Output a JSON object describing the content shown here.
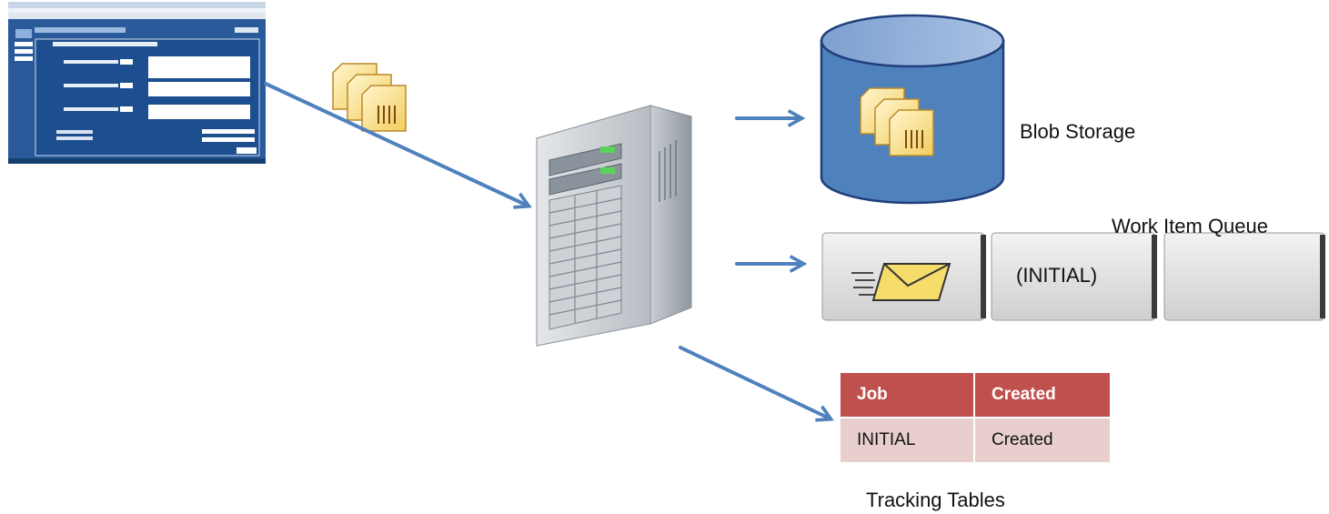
{
  "labels": {
    "blob_storage": "Blob Storage",
    "work_item_queue": "Work Item Queue",
    "tracking_tables": "Tracking Tables"
  },
  "queue": {
    "slot_text": "(INITIAL)"
  },
  "tracking_table": {
    "headers": [
      "Job",
      "Created"
    ],
    "rows": [
      [
        "INITIAL",
        "Created"
      ]
    ]
  },
  "colors": {
    "arrow": "#4f81bd",
    "cylinder": "#4f81bd",
    "table_header": "#c0504d",
    "table_row": "#e8cfce",
    "document": "#f7d774"
  },
  "icons": [
    "web-form-screenshot",
    "documents-icon",
    "server-icon",
    "database-cylinder-icon",
    "envelope-icon"
  ]
}
